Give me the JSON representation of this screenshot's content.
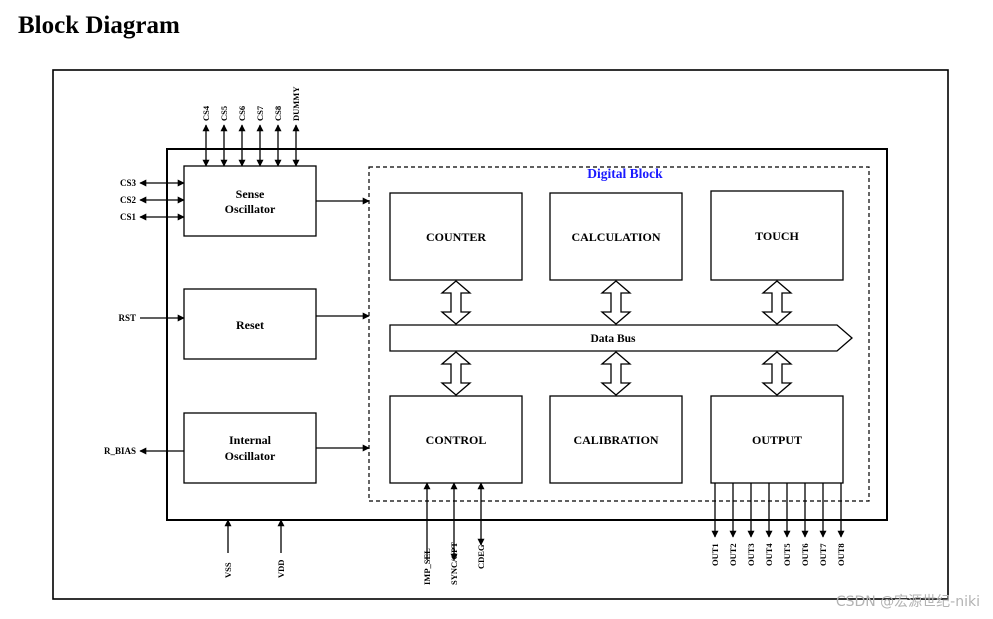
{
  "title": "Block Diagram",
  "digital_block_label": "Digital Block",
  "blocks": {
    "sense_line1": "Sense",
    "sense_line2": "Oscillator",
    "reset": "Reset",
    "internal_line1": "Internal",
    "internal_line2": "Oscillator",
    "counter": "COUNTER",
    "calculation": "CALCULATION",
    "touch": "TOUCH",
    "control": "CONTROL",
    "calibration": "CALIBRATION",
    "output": "OUTPUT"
  },
  "data_bus": "Data Bus",
  "pins": {
    "top": [
      "CS4",
      "CS5",
      "CS6",
      "CS7",
      "CS8",
      "DUMMY"
    ],
    "left_cs": [
      "CS3",
      "CS2",
      "CS1"
    ],
    "rst": "RST",
    "r_bias": "R_BIAS",
    "bottom_power": [
      "VSS",
      "VDD"
    ],
    "control_pins": [
      "IMP_SEL",
      "SYNC/OPT",
      "CDEG"
    ],
    "outputs": [
      "OUT1",
      "OUT2",
      "OUT3",
      "OUT4",
      "OUT5",
      "OUT6",
      "OUT7",
      "OUT8"
    ]
  },
  "watermark": "CSDN @宏源世纪-niki",
  "colors": {
    "digital_title": "#1a1aff",
    "line": "#000000",
    "watermark": "#b3b3b3"
  }
}
